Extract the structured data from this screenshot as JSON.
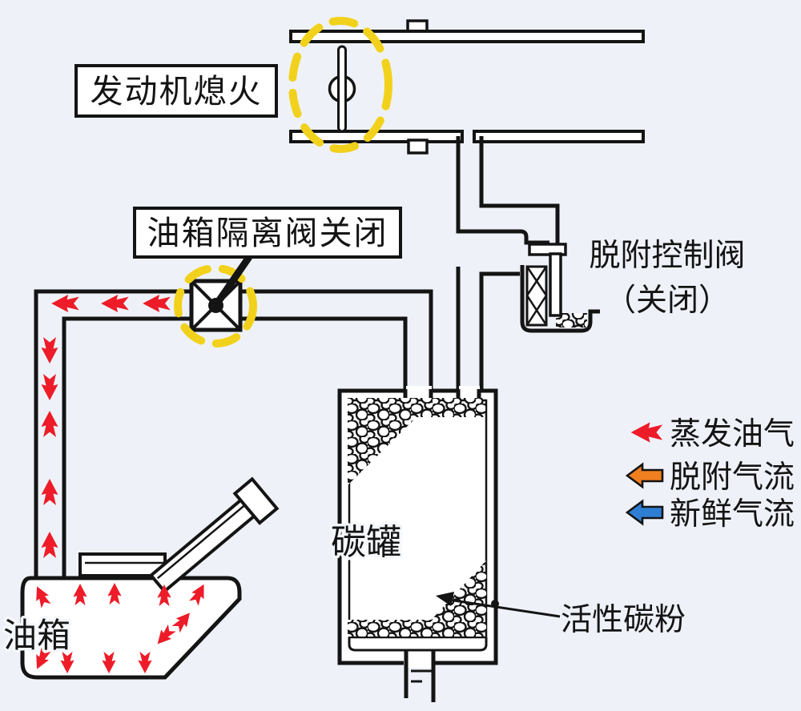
{
  "page": {
    "background": "#eef2f8"
  },
  "colors": {
    "line": "#141414",
    "highlight_yellow": "#f2d11c",
    "evap_red": "#ed1c28",
    "purge_orange": "#ef7f1f",
    "fresh_blue": "#2e7fd4"
  },
  "labels": {
    "engine_off": "发动机熄火",
    "isolation_valve": "油箱隔离阀关闭",
    "purge_valve_name": "脱附控制阀",
    "purge_valve_state": "（关闭）",
    "canister": "碳罐",
    "fuel_tank": "油箱",
    "activated_carbon": "活性碳粉"
  },
  "legend": {
    "items": [
      {
        "label": "蒸发油气",
        "color": "#ed1c28"
      },
      {
        "label": "脱附气流",
        "color": "#ef7f1f"
      },
      {
        "label": "新鲜气流",
        "color": "#2e7fd4"
      }
    ]
  },
  "flow": {
    "evap_arrow_color": "#ed1c28",
    "horizontal_pipe_arrows": [
      "left",
      "left",
      "left"
    ],
    "vertical_pipe_arrows": [
      "down",
      "down",
      "up",
      "up",
      "up"
    ],
    "tank_arrow_count": 11,
    "highlighted_components": [
      "throttle-valve-closed",
      "tank-isolation-valve-closed"
    ]
  }
}
